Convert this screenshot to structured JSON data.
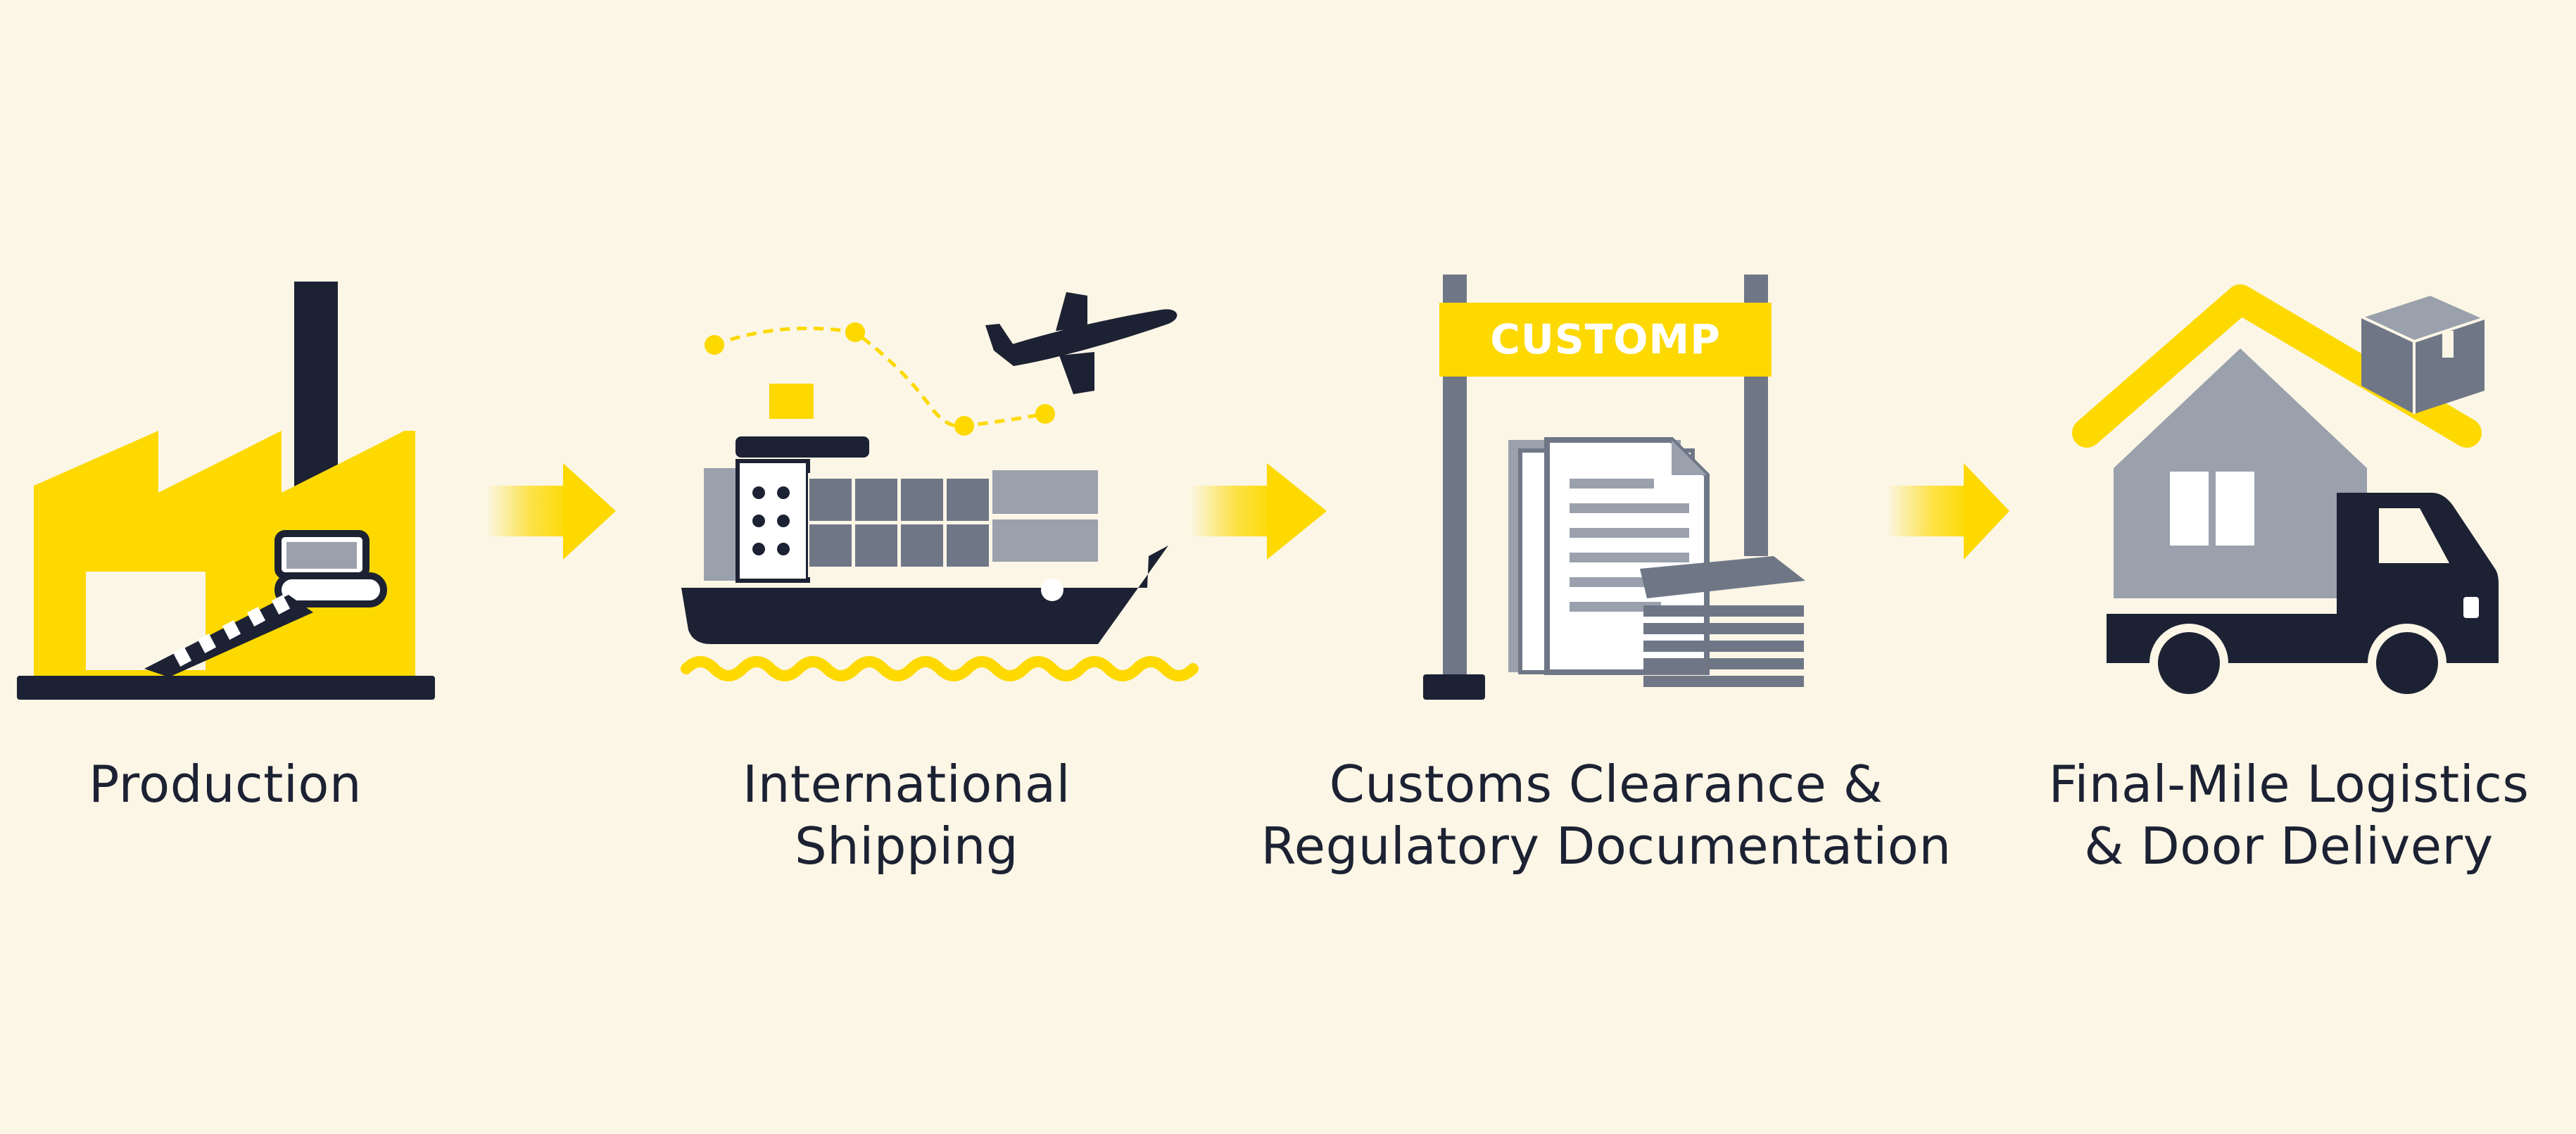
{
  "colors": {
    "background": "#fcf6e6",
    "yellow": "#fdd900",
    "navy": "#1c2233",
    "gray": "#9aa1ad",
    "slate": "#6f7787",
    "white": "#ffffff"
  },
  "steps": [
    {
      "id": "production",
      "icon": "factory-icon",
      "label_lines": [
        "Production"
      ]
    },
    {
      "id": "shipping",
      "icon": "cargo-ship-and-airplane-icon",
      "label_lines": [
        "International",
        "Shipping"
      ]
    },
    {
      "id": "customs",
      "icon": "customs-gate-documents-icon",
      "sign_text": "CUSTOMP",
      "label_lines": [
        "Customs Clearance &",
        "Regulatory Documentation"
      ]
    },
    {
      "id": "delivery",
      "icon": "house-truck-package-icon",
      "label_lines": [
        "Final-Mile Logistics",
        "& Door Delivery"
      ]
    }
  ],
  "connectors": [
    {
      "from": "production",
      "to": "shipping",
      "icon": "arrow-right-icon"
    },
    {
      "from": "shipping",
      "to": "customs",
      "icon": "arrow-right-icon"
    },
    {
      "from": "customs",
      "to": "delivery",
      "icon": "arrow-right-icon"
    }
  ]
}
